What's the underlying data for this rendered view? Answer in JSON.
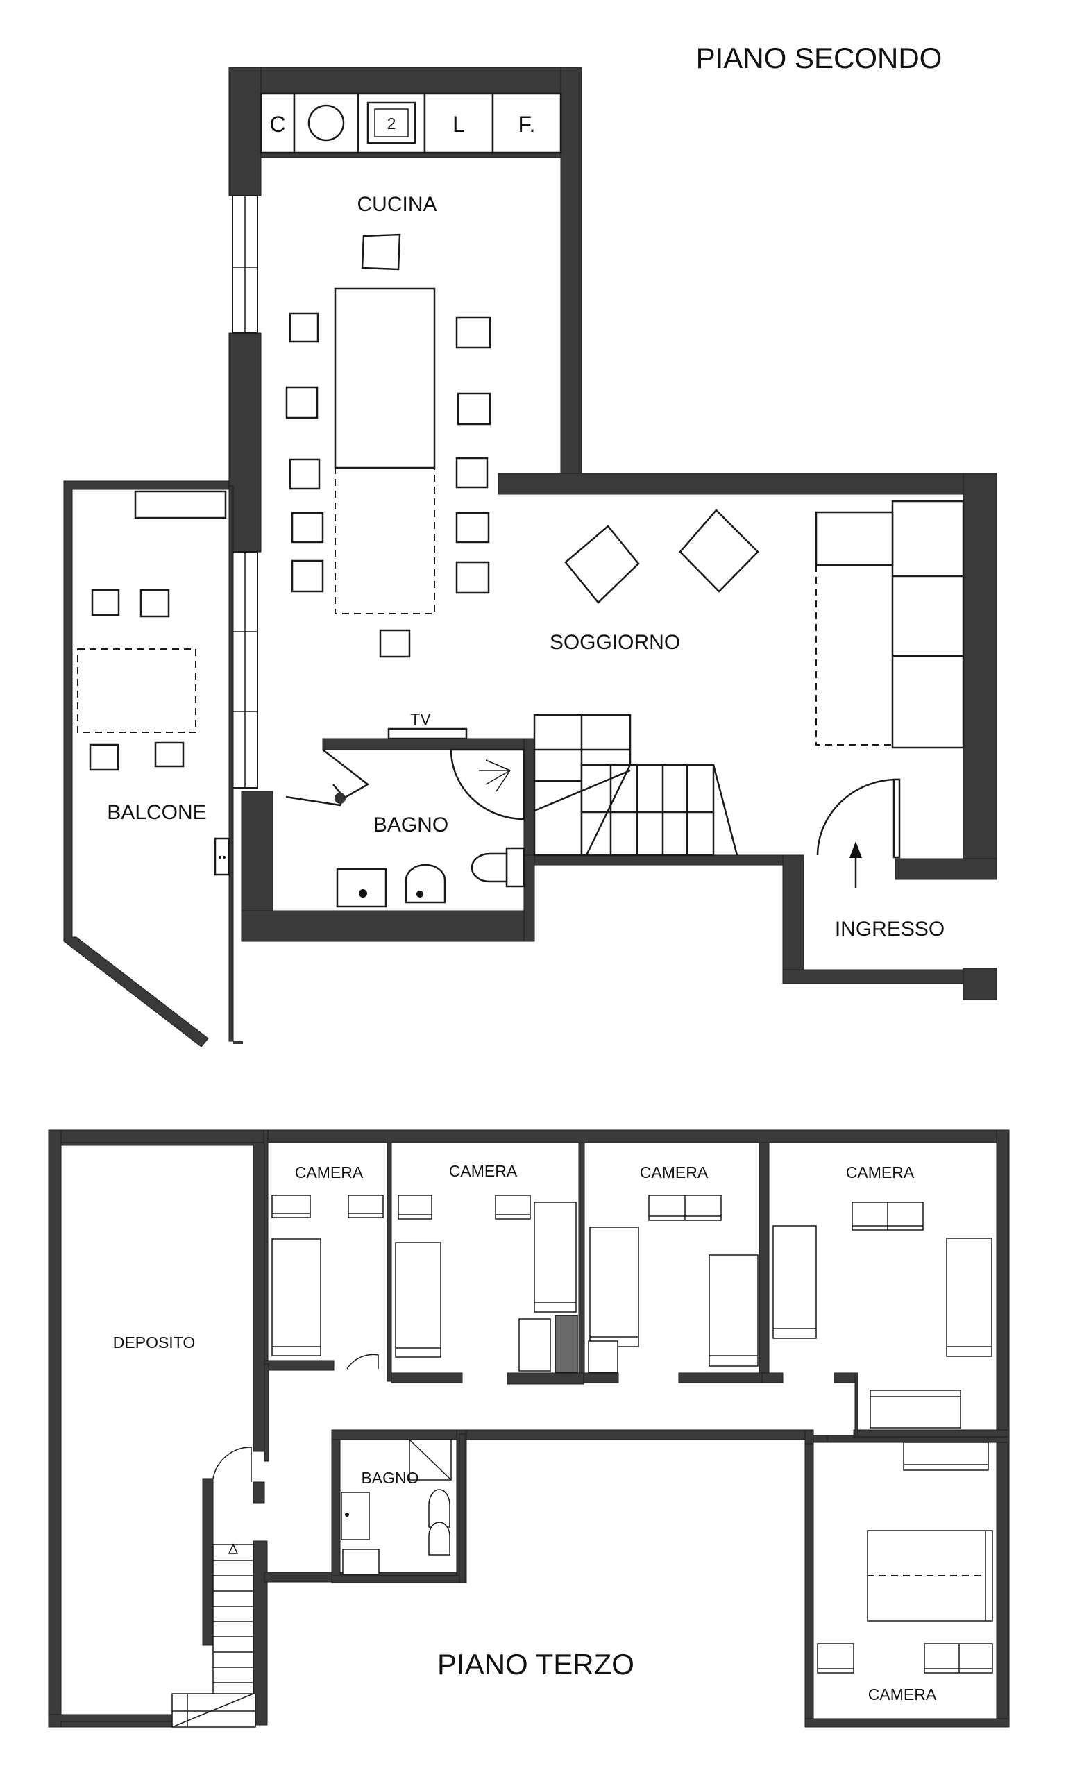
{
  "floors": {
    "second": {
      "title": "PIANO SECONDO",
      "rooms": {
        "kitchen": "CUCINA",
        "living": "SOGGIORNO",
        "bathroom": "BAGNO",
        "balcony": "BALCONE",
        "entrance": "INGRESSO",
        "tv": "TV"
      },
      "appliances": {
        "c": "C",
        "oven_number": "2",
        "l": "L",
        "f": "F."
      }
    },
    "third": {
      "title": "PIANO TERZO",
      "rooms": {
        "storage": "DEPOSITO",
        "bedroom_1": "CAMERA",
        "bedroom_2": "CAMERA",
        "bedroom_3": "CAMERA",
        "bedroom_4": "CAMERA",
        "bedroom_5": "CAMERA",
        "bathroom": "BAGNO"
      }
    }
  }
}
